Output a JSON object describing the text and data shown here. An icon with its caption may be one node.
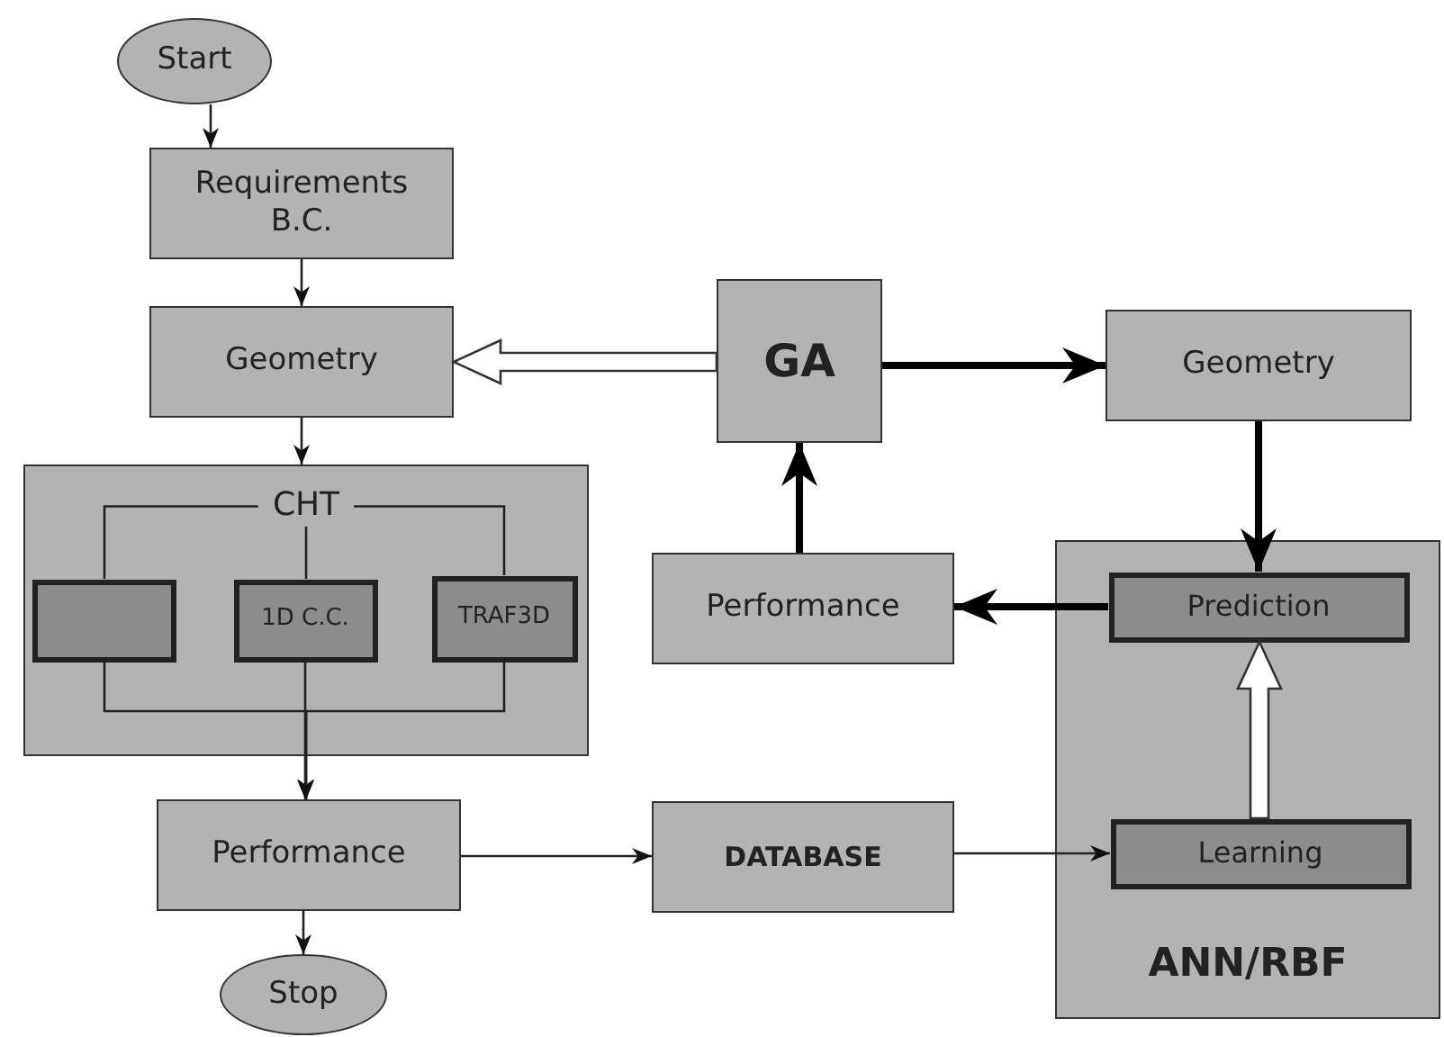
{
  "diagram": {
    "nodes": [
      {
        "text": [
          "Start"
        ]
      },
      {
        "text": [
          "Requirements B.C."
        ]
      },
      {
        "text": [
          "Geometry"
        ]
      },
      {
        "text": [
          "CHT"
        ]
      },
      {
        "text": [],
        "shape": "box",
        "in": 3
      },
      {
        "text": [
          "1D C.C."
        ],
        "in": 3
      },
      {
        "text": [
          "TRAF3D"
        ],
        "in": 3
      },
      {
        "text": [
          "Performance"
        ]
      },
      {
        "text": [
          "Stop"
        ]
      },
      {
        "text": [
          "GA"
        ]
      },
      {
        "text": [
          "Geometry"
        ]
      },
      {
        "text": [
          "ANN/RBF"
        ]
      },
      {
        "text": [
          "Prediction"
        ],
        "in": 11
      },
      {
        "text": [
          "Learning"
        ],
        "in": 11
      },
      {
        "text": [
          "Performance"
        ]
      },
      {
        "text": [
          "DATABASE"
        ]
      }
    ],
    "edges": [
      {
        "from": 0,
        "to": 1,
        "arrow": "to"
      },
      {
        "from": 1,
        "to": 2,
        "arrow": "to"
      },
      {
        "from": 2,
        "to": 3,
        "arrow": "to"
      },
      {
        "from": 4,
        "to": 7,
        "arrow": "to"
      },
      {
        "from": 5,
        "to": 7,
        "arrow": "to"
      },
      {
        "from": 6,
        "to": 7,
        "arrow": "to"
      },
      {
        "from": 7,
        "to": 8,
        "arrow": "to"
      },
      {
        "from": 7,
        "to": 15,
        "arrow": "to"
      },
      {
        "from": 15,
        "to": 13,
        "arrow": "to"
      },
      {
        "from": 13,
        "to": 12,
        "arrow": "to",
        "style": "thick",
        "color": "#ffffff"
      },
      {
        "from": 9,
        "to": 2,
        "arrow": "to",
        "style": "thick",
        "color": "#ffffff"
      },
      {
        "from": 9,
        "to": 10,
        "arrow": "to",
        "style": "thick"
      },
      {
        "from": 10,
        "to": 12,
        "arrow": "to",
        "style": "thick"
      },
      {
        "from": 12,
        "to": 14,
        "arrow": "to",
        "style": "thick"
      },
      {
        "from": 14,
        "to": 9,
        "arrow": "to",
        "style": "thick"
      }
    ]
  }
}
